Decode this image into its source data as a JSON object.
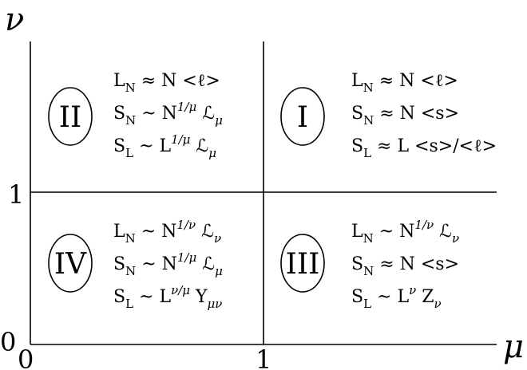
{
  "axes": {
    "x_label": "μ",
    "y_label": "ν",
    "x_ticks": [
      "0",
      "1"
    ],
    "y_ticks": [
      "0",
      "1"
    ]
  },
  "regions": {
    "I": {
      "label": "I",
      "lines": [
        [
          "L",
          "N",
          "",
          " ≈ N <ℓ>"
        ],
        [
          "S",
          "N",
          "",
          " ≈ N <s>"
        ],
        [
          "S",
          "L",
          "",
          " ≈ L <s>/<ℓ>"
        ]
      ]
    },
    "II": {
      "label": "II",
      "lines": [
        [
          "L",
          "N",
          "",
          " ≈ N <ℓ>"
        ],
        [
          "S",
          "N",
          "",
          " ~ N",
          "1/μ",
          " ℒ",
          "μ"
        ],
        [
          "S",
          "L",
          "",
          " ~ L",
          "1/μ",
          " ℒ",
          "μ"
        ]
      ]
    },
    "III": {
      "label": "III",
      "lines": [
        [
          "L",
          "N",
          "",
          " ~ N",
          "1/ν",
          " ℒ",
          "ν"
        ],
        [
          "S",
          "N",
          "",
          " ≈ N <s>"
        ],
        [
          "S",
          "L",
          "",
          " ~ L",
          "ν",
          " Z",
          "ν"
        ]
      ]
    },
    "IV": {
      "label": "IV",
      "lines": [
        [
          "L",
          "N",
          "",
          " ~ N",
          "1/ν",
          " ℒ",
          "ν"
        ],
        [
          "S",
          "N",
          "",
          " ~ N",
          "1/μ",
          " ℒ",
          "μ"
        ],
        [
          "S",
          "L",
          "",
          " ~ L",
          "ν/μ",
          " Y",
          "μν"
        ]
      ]
    }
  }
}
